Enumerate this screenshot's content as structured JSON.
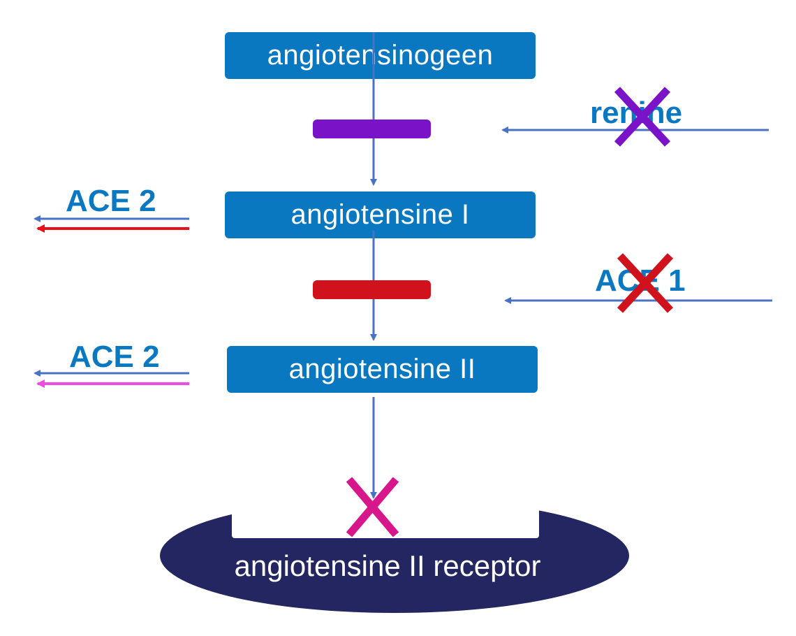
{
  "pathway": {
    "step1": "angiotensinogeen",
    "step2": "angiotensine I",
    "step3": "angiotensine II",
    "receptor": "angiotensine II receptor"
  },
  "enzymes": {
    "renine": "renine",
    "ace1": "ACE 1",
    "ace2_top": "ACE 2",
    "ace2_bottom": "ACE 2"
  },
  "colors": {
    "box": "#0a78c0",
    "receptor": "#232660",
    "arrow": "#4a72c4",
    "renine_block": "#7a12c8",
    "ace1_block": "#d0121c",
    "x_renine": "#7a12c8",
    "x_ace1": "#d0121c",
    "x_receptor": "#d6168a",
    "ace2_arrow_top": "#e8101a",
    "ace2_arrow_bottom": "#f04ce0"
  }
}
